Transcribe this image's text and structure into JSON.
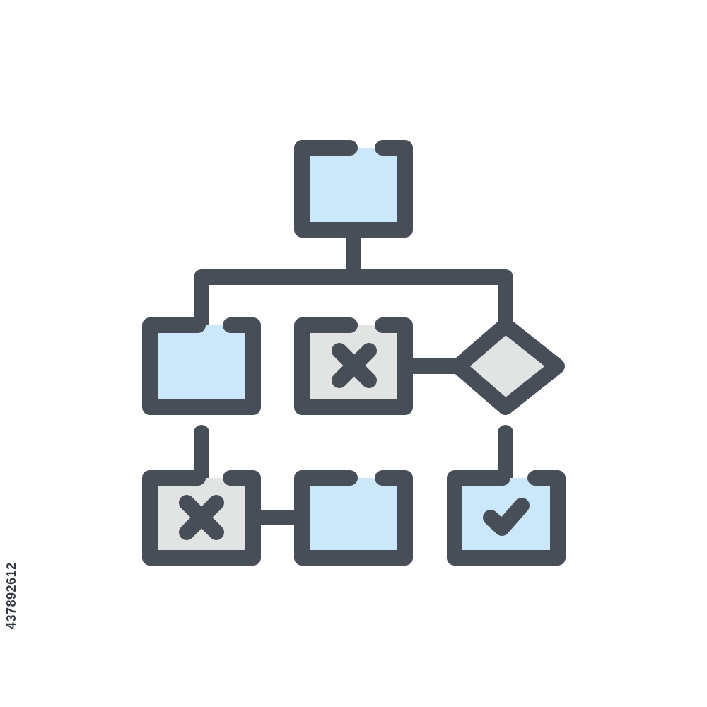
{
  "image_id_text": "437892612",
  "icon": {
    "name": "flowchart-icon",
    "colors": {
      "stroke": "#474e57",
      "blue_fill": "#cbe7fa",
      "gray_fill": "#e2e3e3",
      "background": "#ffffff"
    },
    "nodes": [
      {
        "id": "root",
        "shape": "box",
        "fill": "blue",
        "mark": "none"
      },
      {
        "id": "mid-left",
        "shape": "box",
        "fill": "blue",
        "mark": "none"
      },
      {
        "id": "mid-center",
        "shape": "box",
        "fill": "gray",
        "mark": "cross"
      },
      {
        "id": "decision",
        "shape": "diamond",
        "fill": "gray",
        "mark": "none"
      },
      {
        "id": "bottom-left",
        "shape": "box",
        "fill": "gray",
        "mark": "cross"
      },
      {
        "id": "bottom-center",
        "shape": "box",
        "fill": "blue",
        "mark": "none"
      },
      {
        "id": "bottom-right",
        "shape": "box",
        "fill": "blue",
        "mark": "check"
      }
    ],
    "edges": [
      [
        "root",
        "mid-left"
      ],
      [
        "root",
        "decision"
      ],
      [
        "mid-center",
        "decision"
      ],
      [
        "mid-left",
        "bottom-left"
      ],
      [
        "bottom-left",
        "bottom-center"
      ],
      [
        "decision",
        "bottom-right"
      ]
    ]
  }
}
